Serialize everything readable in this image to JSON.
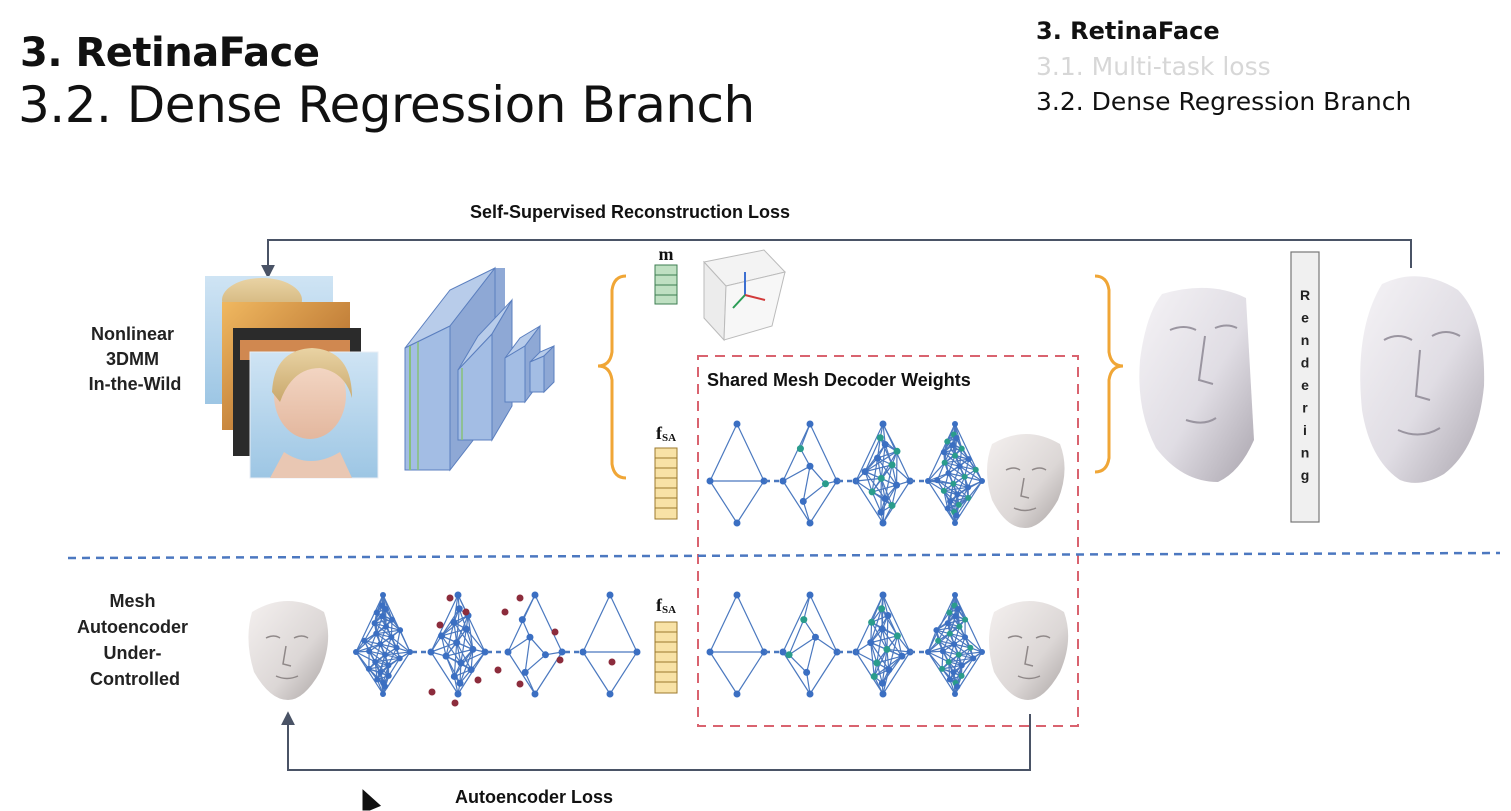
{
  "header": {
    "section": "3. RetinaFace",
    "subsection": "3.2. Dense Regression Branch"
  },
  "toc": {
    "items": [
      {
        "label": "3. RetinaFace",
        "state": "bold"
      },
      {
        "label": "3.1. Multi-task loss",
        "state": "dimmed"
      },
      {
        "label": "3.2. Dense Regression Branch",
        "state": "current"
      }
    ]
  },
  "diagram": {
    "top_loss": "Self-Supervised Reconstruction Loss",
    "bottom_loss": "Autoencoder Loss",
    "top_row_label": [
      "Nonlinear",
      "3DMM",
      "In-the-Wild"
    ],
    "bottom_row_label": [
      "Mesh",
      "Autoencoder",
      "Under-",
      "Controlled"
    ],
    "shared_decoder": "Shared Mesh Decoder Weights",
    "m_label": "m",
    "f_label": "f",
    "f_sub": "SA",
    "rendering": "Rendering",
    "colors": {
      "arrow": "#4a5366",
      "bracket": "#f0a636",
      "dashed_box": "#d9636f",
      "separator": "#4c78c0",
      "mesh_edge": "#4a78bf",
      "mesh_node_blue": "#3b6fc2",
      "mesh_node_teal": "#2a9c8c",
      "noise_dot": "#8c2c3c"
    }
  }
}
